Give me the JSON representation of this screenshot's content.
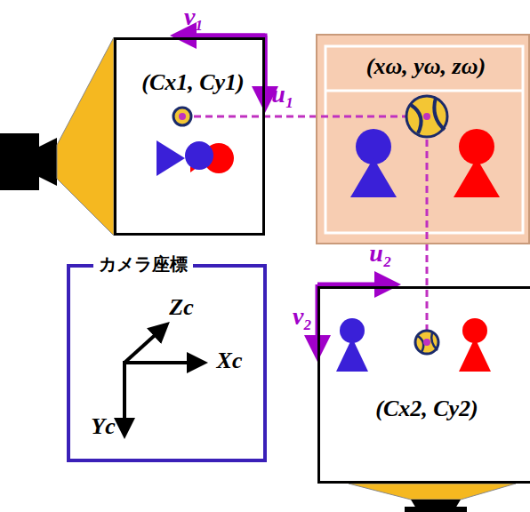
{
  "diagram": {
    "nodes": [
      {
        "text": [
          "(Cx1, Cy1)"
        ]
      },
      {
        "text": [
          "(xω, yω, zω)"
        ]
      },
      {
        "text": [
          "カメラ座標"
        ]
      },
      {
        "text": [
          "(Cx2, Cy2)"
        ]
      }
    ],
    "labels": [
      "v₁",
      "u₁",
      "Zc",
      "Xc",
      "Yc",
      "u₂",
      "v₂"
    ]
  }
}
